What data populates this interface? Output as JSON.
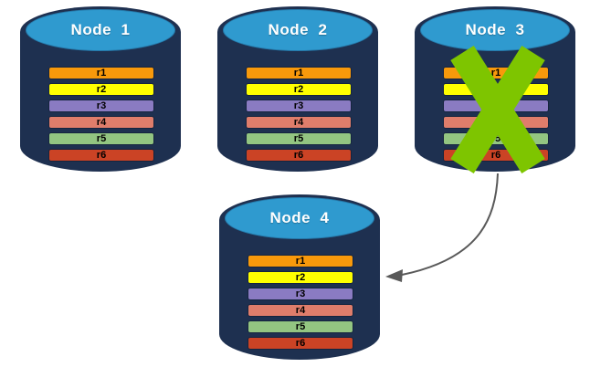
{
  "diagram": {
    "description": "Replicated database cluster: Node 3 fails and its replicas are recovered on Node 4",
    "nodes": [
      {
        "label": "Node  1",
        "failed": false
      },
      {
        "label": "Node  2",
        "failed": false
      },
      {
        "label": "Node  3",
        "failed": true
      },
      {
        "label": "Node  4",
        "failed": false
      }
    ],
    "rows": [
      {
        "label": "r1",
        "color": "#F8990B"
      },
      {
        "label": "r2",
        "color": "#FFFF00"
      },
      {
        "label": "r3",
        "color": "#8A7BC2"
      },
      {
        "label": "r4",
        "color": "#DF7D6B"
      },
      {
        "label": "r5",
        "color": "#93C581"
      },
      {
        "label": "r6",
        "color": "#CB4325"
      }
    ],
    "icons": {
      "failure_marker": "green-x-mark",
      "connector": "curved-arrow-to-node-4"
    },
    "colors": {
      "cylinder_body": "#1E3050",
      "cylinder_top": "#2F9ACF",
      "failure_x": "#7EC500",
      "arrow": "#595959",
      "title_text": "#FFFFFF",
      "row_text": "#000000",
      "background": "#FFFFFF"
    }
  }
}
